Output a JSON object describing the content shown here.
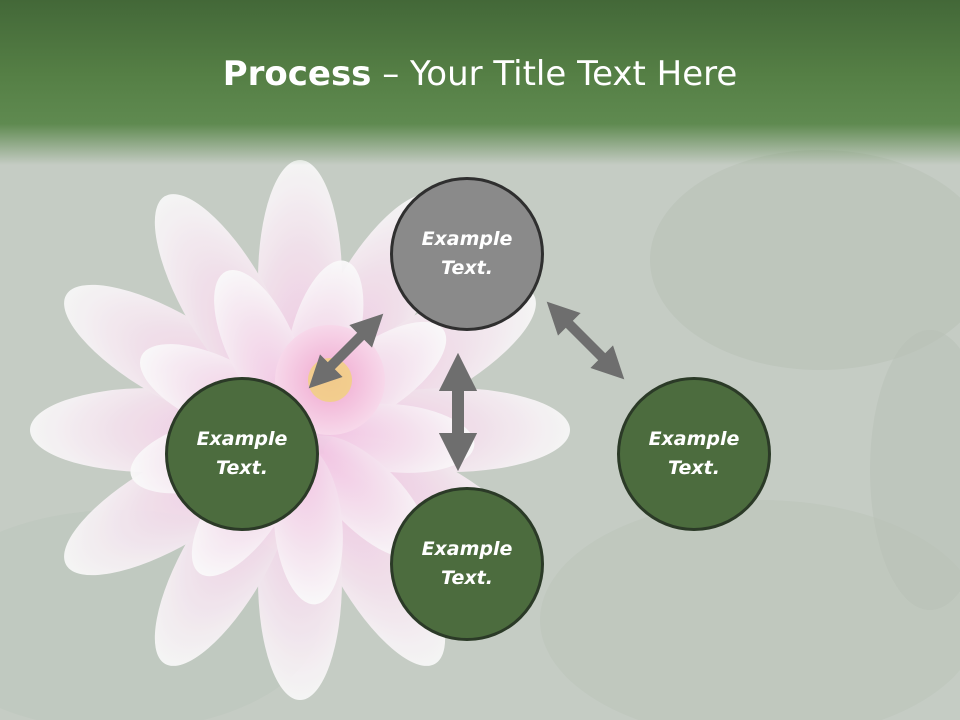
{
  "slide": {
    "title_bold": "Process",
    "title_rest": " – Your Title Text Here"
  },
  "nodes": [
    {
      "line1": "Example",
      "line2": "Text."
    },
    {
      "line1": "Example",
      "line2": "Text."
    },
    {
      "line1": "Example",
      "line2": "Text."
    },
    {
      "line1": "Example",
      "line2": "Text."
    }
  ],
  "colors": {
    "header": "#557f45",
    "node_green": "#4c6c3e",
    "node_gray": "#8a8a8a",
    "arrow": "#6e6e6e",
    "background": "#c5ccc4"
  }
}
